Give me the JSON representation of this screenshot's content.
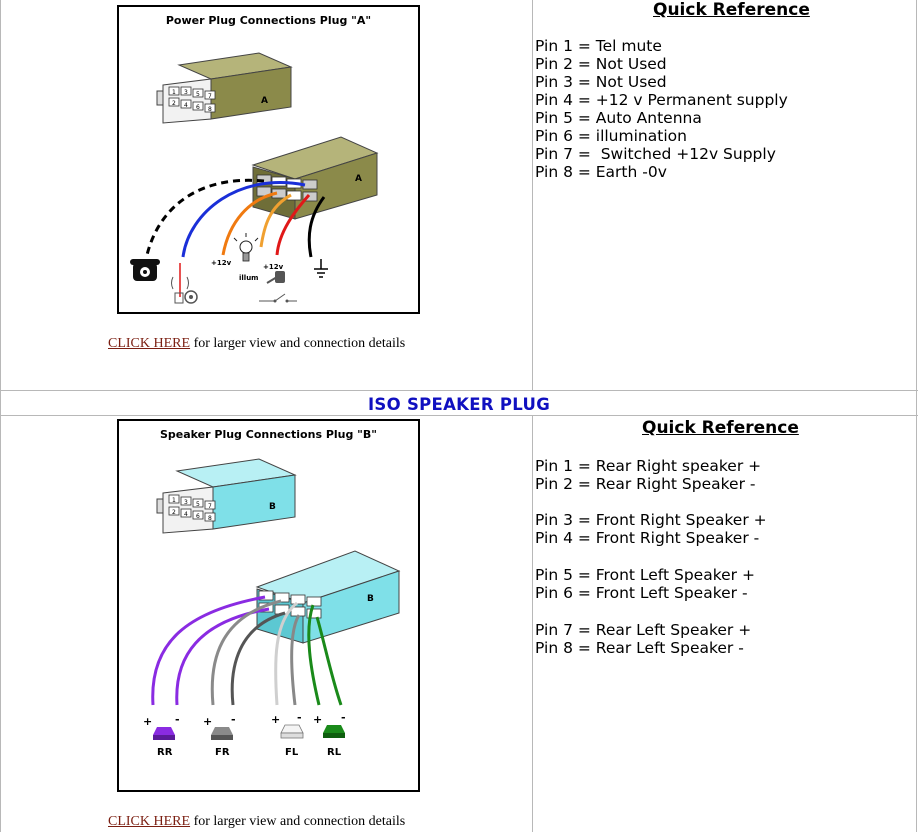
{
  "power_diagram": {
    "title": "Power Plug Connections Plug \"A\"",
    "plug_letter": "A",
    "pin_numbers": [
      "1",
      "3",
      "5",
      "7",
      "2",
      "4",
      "6",
      "8"
    ],
    "labels": {
      "plus12_left": "+12v",
      "illum": "illum",
      "plus12_right": "+12v"
    }
  },
  "power_link": {
    "link_text": "CLICK HERE",
    "rest_text": " for larger view and connection details"
  },
  "power_reference": {
    "title": "Quick Reference",
    "pins": [
      "Pin 1 = Tel mute",
      "Pin 2 = Not Used",
      "Pin 3 = Not Used",
      "Pin 4 = +12 v Permanent supply",
      "Pin 5 = Auto Antenna",
      "Pin 6 = illumination",
      "Pin 7 =  Switched +12v Supply",
      "Pin 8 = Earth -0v"
    ]
  },
  "speaker_section": {
    "heading": "ISO SPEAKER PLUG"
  },
  "speaker_diagram": {
    "title": "Speaker Plug Connections Plug \"B\"",
    "plug_letter": "B",
    "pin_numbers": [
      "1",
      "3",
      "5",
      "7",
      "2",
      "4",
      "6",
      "8"
    ],
    "polarity": {
      "plus": "+",
      "minus": "-"
    },
    "speakers": [
      "RR",
      "FR",
      "FL",
      "RL"
    ]
  },
  "speaker_link": {
    "link_text": "CLICK HERE",
    "rest_text": " for larger view and connection details"
  },
  "speaker_reference": {
    "title": "Quick Reference",
    "pins": [
      "Pin 1 = Rear Right speaker +",
      "Pin 2 = Rear Right Speaker -",
      "Pin 3 = Front Right Speaker +",
      "Pin 4 = Front Right Speaker -",
      "Pin 5 = Front Left Speaker +",
      "Pin 6 = Front Left Speaker -",
      "Pin 7 = Rear Left Speaker +",
      "Pin 8 = Rear Left Speaker -"
    ]
  },
  "colors": {
    "heading_blue": "#1010c0",
    "link_brown": "#7b1f12",
    "power_plug": "#8b8a4a",
    "speaker_plug": "#7fe0e8",
    "wire_blue": "#1a2fd8",
    "wire_orange": "#f07a10",
    "wire_red": "#e01818",
    "wire_purple": "#8a2be2",
    "wire_grey": "#8a8a8a",
    "wire_green": "#1a8a1a"
  }
}
